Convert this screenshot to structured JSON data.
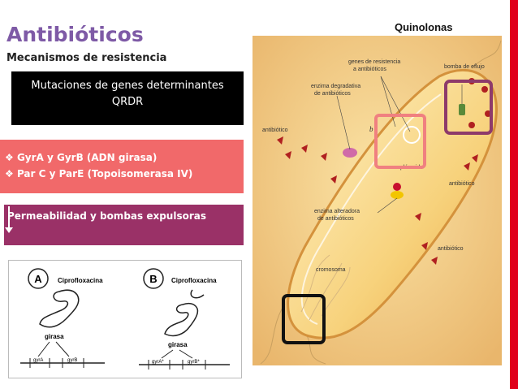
{
  "slide": {
    "title": "Antibióticos",
    "subtitle": "Mecanismos de resistencia",
    "topic": "Quinolonas"
  },
  "boxes": {
    "qrdr_line1": "Mutaciones de genes determinantes",
    "qrdr_line2": "QRDR",
    "gyrase_items": [
      "GyrA y GyrB (ADN girasa)",
      "Par C  y ParE (Topoisomerasa IV)"
    ],
    "permeability": "Permeabilidad y bombas expulsoras"
  },
  "diagram": {
    "panel_a": {
      "letter": "A",
      "drug": "Ciprofloxacina",
      "enzyme": "girasa",
      "gene1": "gyrA",
      "gene2": "gyrB"
    },
    "panel_b": {
      "letter": "B",
      "drug": "Ciprofloxacina",
      "enzyme": "girasa",
      "gene1": "gyrA*",
      "gene2": "gyrB*"
    }
  },
  "cell_labels": {
    "resistance_genes_line1": "genes de resistencia",
    "resistance_genes_line2": "a antibióticos",
    "efflux_pump": "bomba de eflujo",
    "degrading_enzyme_line1": "enzima degradativa",
    "degrading_enzyme_line2": "de antibióticos",
    "antibiotic_left": "antibiótico",
    "plasmid": "plásmido",
    "antibiotic_right": "antibiótico",
    "altering_enzyme_line1": "enzima alteradora",
    "altering_enzyme_line2": "de antibióticos",
    "antibiotic_bottom": "antibiótico",
    "chromosome": "cromosoma",
    "letter_b": "b"
  },
  "colors": {
    "title": "#7e5aa6",
    "red_bar": "#e0001b",
    "gyrase_box": "#f1696a",
    "permeability_box": "#9a3167",
    "highlight_salmon": "#f08080",
    "highlight_purple": "#8e3a6a"
  }
}
